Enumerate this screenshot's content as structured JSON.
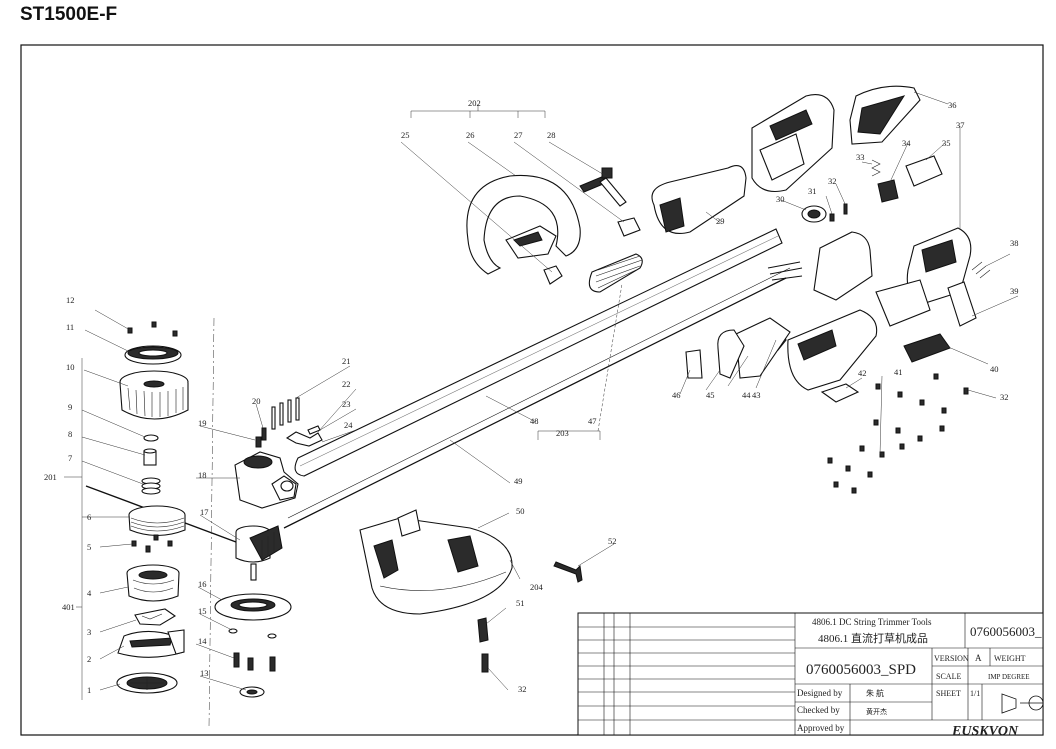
{
  "title": "ST1500E-F",
  "callouts": {
    "c1": "1",
    "c2": "2",
    "c3": "3",
    "c4": "4",
    "c5": "5",
    "c6": "6",
    "c7": "7",
    "c8": "8",
    "c9": "9",
    "c10": "10",
    "c11": "11",
    "c12": "12",
    "c13": "13",
    "c14": "14",
    "c15": "15",
    "c16": "16",
    "c17": "17",
    "c18": "18",
    "c19": "19",
    "c20": "20",
    "c21": "21",
    "c22": "22",
    "c23": "23",
    "c24": "24",
    "c25": "25",
    "c26": "26",
    "c27": "27",
    "c28": "28",
    "c29": "29",
    "c30": "30",
    "c31": "31",
    "c32a": "32",
    "c32b": "32",
    "c32c": "32",
    "c33": "33",
    "c34": "34",
    "c35": "35",
    "c36": "36",
    "c37": "37",
    "c38": "38",
    "c39": "39",
    "c40": "40",
    "c41": "41",
    "c42": "42",
    "c43": "43",
    "c44": "44",
    "c45": "45",
    "c46": "46",
    "c47": "47",
    "c48": "48",
    "c49": "49",
    "c50": "50",
    "c51": "51",
    "c52": "52",
    "c201": "201",
    "c202": "202",
    "c203": "203",
    "c204": "204",
    "c401": "401"
  },
  "title_block": {
    "desc_en": "4806.1 DC String Trimmer Tools",
    "desc_cn": "4806.1 直流打草机成品",
    "part_no": "0760056003_",
    "drawing_no": "0760056003_SPD",
    "version_label": "VERSION",
    "version_value": "A",
    "weight_label": "WEIGHT",
    "scale_label": "SCALE",
    "degree_label": "IMP DEGREE",
    "sheet_label": "SHEET",
    "sheet_value": "1/1",
    "designed_label": "Designed by",
    "designed_value": "朱 航",
    "checked_label": "Checked by",
    "checked_value": "黄开杰",
    "approved_label": "Approved by",
    "brand": "EUSKVON"
  }
}
